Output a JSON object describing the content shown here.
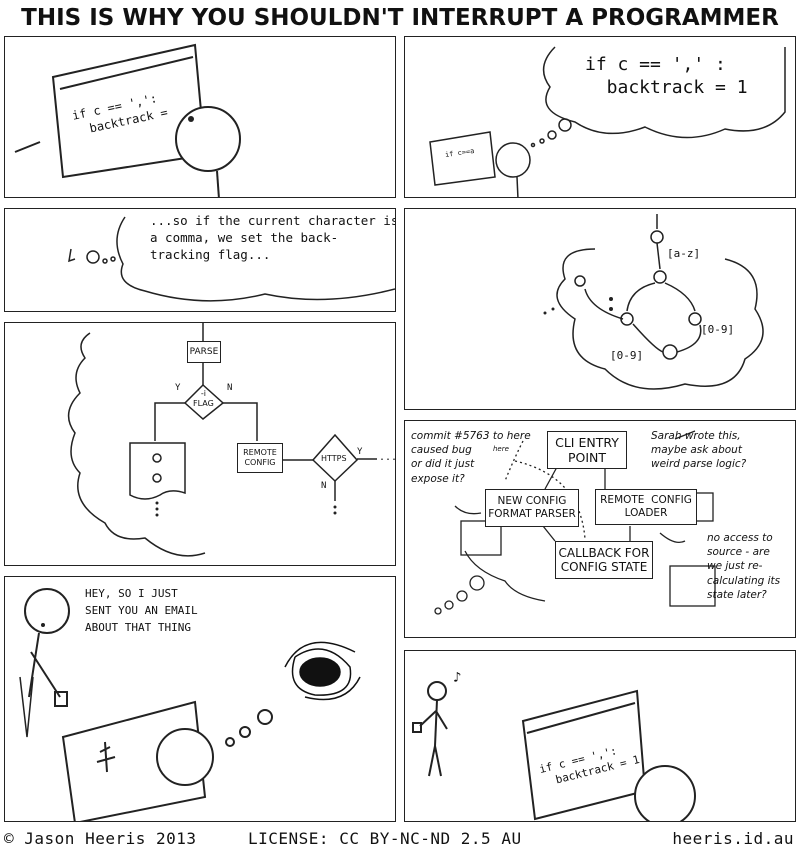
{
  "title": "THIS IS WHY YOU SHOULDN'T INTERRUPT A PROGRAMMER",
  "panel1": {
    "code": "if c == ',':\n  backtrack ="
  },
  "panel2": {
    "thought": "if c == ',' :\n  backtrack = 1",
    "small_screen": "if c==a"
  },
  "panel3": {
    "thought": "...so if the current character is\na comma, we set the back-\ntracking flag..."
  },
  "panel4": {
    "labels": [
      "[a-z]",
      "[0-9]",
      "[0-9]"
    ]
  },
  "panel5": {
    "parse": "PARSE",
    "flag": "-i\nFLAG",
    "yes": "Y",
    "no": "N",
    "remote": "REMOTE\nCONFIG",
    "https": "HTTPS",
    "yes2": "Y",
    "no2": "N",
    "ellipsis": "..."
  },
  "panel6": {
    "cli": "CLI ENTRY\nPOINT",
    "new_parser": "NEW CONFIG\nFORMAT PARSER",
    "remote_loader": "REMOTE  CONFIG\nLOADER",
    "callback": "CALLBACK FOR\nCONFIG STATE",
    "note_commit": "commit #5763 to here\ncaused bug\nor did it just\nexpose it?",
    "note_here": "here",
    "note_sarah": "Sarah wrote this,\nmaybe ask about\nweird parse logic?",
    "note_source": "no access to\nsource - are\nwe just re-\ncalculating its\nstate later?"
  },
  "panel7": {
    "speech": "HEY, SO I JUST\nSENT YOU AN EMAIL\nABOUT THAT THING"
  },
  "panel8": {
    "code": "if c == ',':\n  backtrack = 1",
    "note": "♪"
  },
  "footer": {
    "copyright": "© Jason Heeris 2013",
    "license": "LICENSE: CC BY-NC-ND 2.5 AU",
    "site": "heeris.id.au"
  }
}
